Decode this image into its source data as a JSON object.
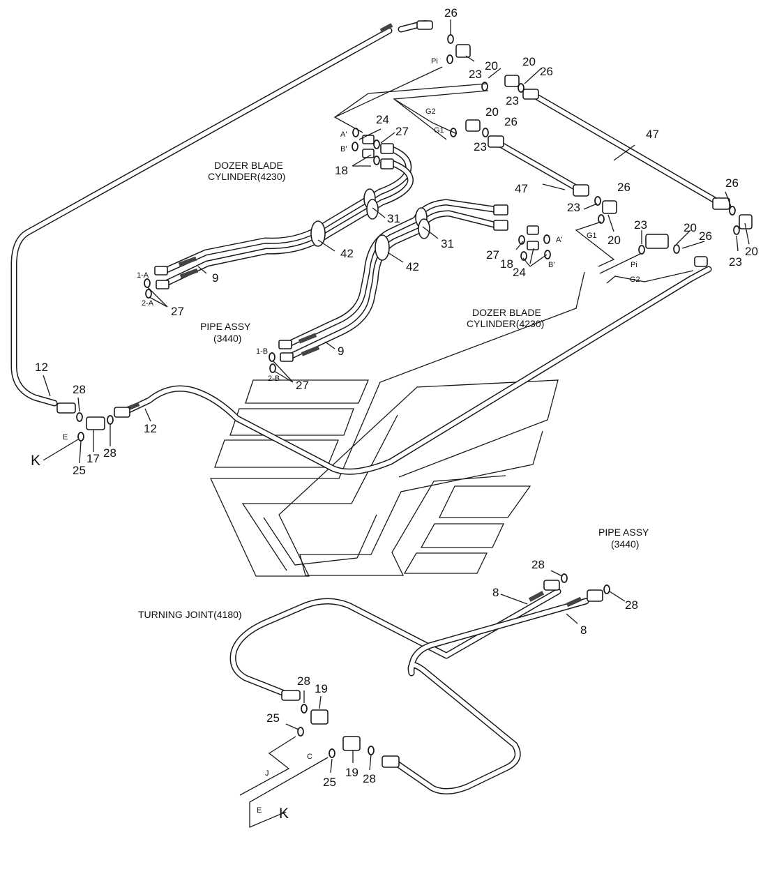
{
  "titles": {
    "dozer_cylinder_left": [
      "DOZER BLADE",
      "CYLINDER(4230)"
    ],
    "dozer_cylinder_right": [
      "DOZER BLADE",
      "CYLINDER(4230)"
    ],
    "pipe_assy_left": [
      "PIPE ASSY",
      "(3440)"
    ],
    "pipe_assy_right": [
      "PIPE ASSY",
      "(3440)"
    ],
    "turning_joint": "TURNING JOINT(4180)"
  },
  "parts": {
    "p8": "8",
    "p9": "9",
    "p12": "12",
    "p17": "17",
    "p18": "18",
    "p19": "19",
    "p20": "20",
    "p23": "23",
    "p24": "24",
    "p25": "25",
    "p26": "26",
    "p27": "27",
    "p28": "28",
    "p31": "31",
    "p42": "42",
    "p47": "47"
  },
  "ports": {
    "pi": "Pi",
    "g1": "G1",
    "g2": "G2",
    "a_prime": "A'",
    "b_prime": "B'",
    "p1a": "1-A",
    "p2a": "2-A",
    "p1b": "1-B",
    "p2b": "2-B",
    "e": "E",
    "c": "C",
    "j": "J",
    "k": "K"
  }
}
